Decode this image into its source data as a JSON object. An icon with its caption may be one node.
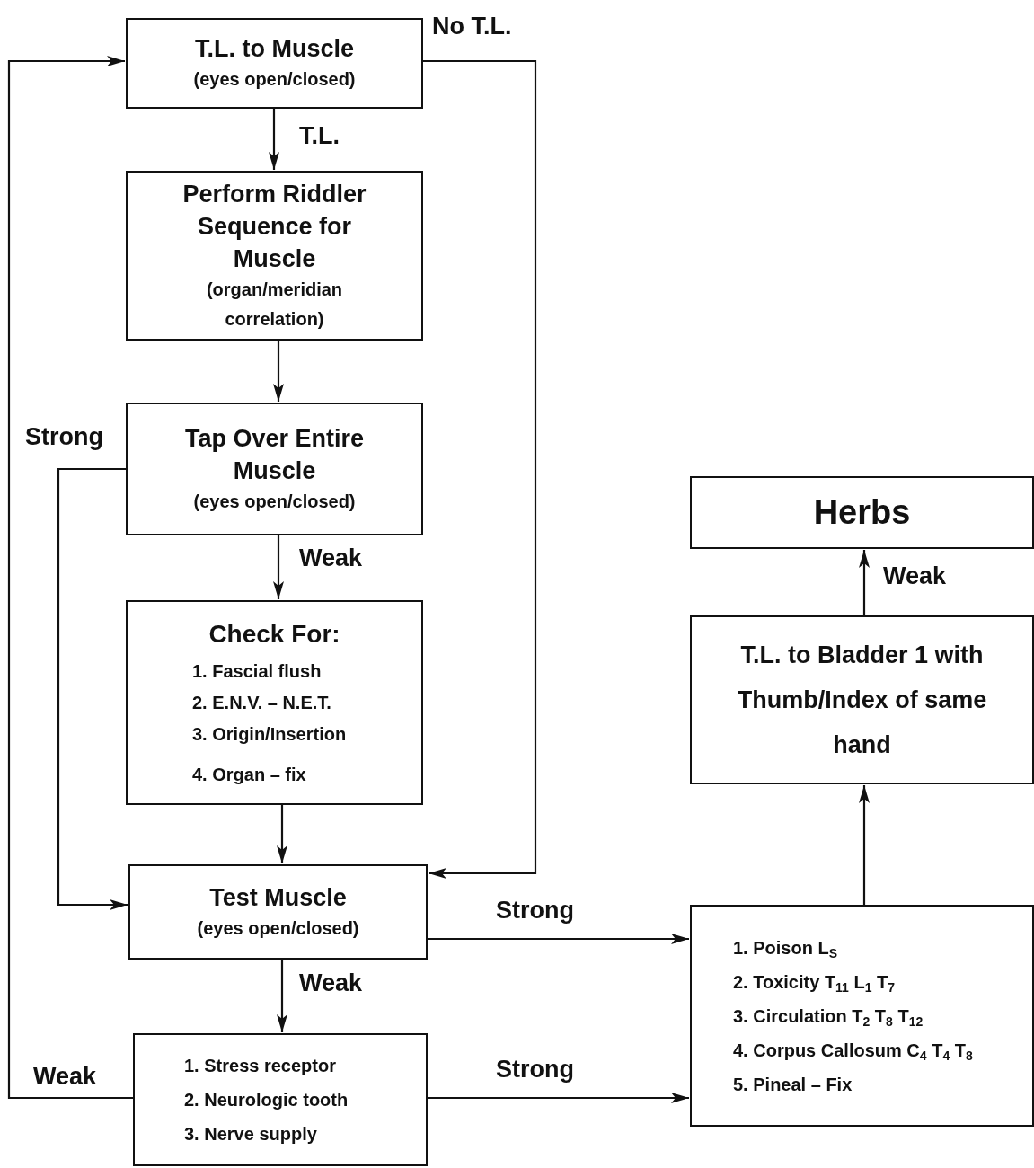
{
  "diagram": {
    "nodes": [
      {
        "text": [
          "T.L. to Muscle",
          "(eyes open/closed)"
        ]
      },
      {
        "text": [
          "Perform Riddler Sequence for Muscle",
          "(organ/meridian correlation)"
        ]
      },
      {
        "text": [
          "Tap Over Entire Muscle",
          "(eyes open/closed)"
        ]
      },
      {
        "text": [
          "Check For:",
          "1. Fascial flush",
          "2. E.N.V. – N.E.T.",
          "3. Origin/Insertion",
          "4. Organ – fix"
        ]
      },
      {
        "text": [
          "Test Muscle",
          "(eyes open/closed)"
        ]
      },
      {
        "text": [
          "1. Stress receptor",
          "2. Neurologic tooth",
          "3. Nerve supply"
        ]
      },
      {
        "text": [
          "1. Poison L$_{S}$",
          "2. Toxicity T$_{11}$ L$_{1}$ T$_{7}$",
          "3. Circulation T$_{2}$ T$_{8}$ T$_{12}$",
          "4. Corpus Callosum C$_{4}$ T$_{4}$ T$_{8}$",
          "5. Pineal – Fix"
        ]
      },
      {
        "text": [
          "T.L. to Bladder 1 with Thumb/Index of same hand"
        ]
      },
      {
        "text": [
          "Herbs"
        ]
      }
    ],
    "edges": [
      {
        "from": 0,
        "to": 1,
        "arrow": "to",
        "label": "T.L."
      },
      {
        "from": 0,
        "to": 4,
        "arrow": "to",
        "label": "No T.L."
      },
      {
        "from": 1,
        "to": 2,
        "arrow": "to"
      },
      {
        "from": 2,
        "to": 3,
        "arrow": "to",
        "label": "Weak"
      },
      {
        "from": 2,
        "to": 4,
        "arrow": "to",
        "label": "Strong"
      },
      {
        "from": 3,
        "to": 4,
        "arrow": "to"
      },
      {
        "from": 4,
        "to": 5,
        "arrow": "to",
        "label": "Weak"
      },
      {
        "from": 4,
        "to": 6,
        "arrow": "to",
        "label": "Strong"
      },
      {
        "from": 5,
        "to": 6,
        "arrow": "to",
        "label": "Strong"
      },
      {
        "from": 5,
        "to": 0,
        "arrow": "to",
        "label": "Weak"
      },
      {
        "from": 6,
        "to": 7,
        "arrow": "to"
      },
      {
        "from": 7,
        "to": 8,
        "arrow": "to",
        "label": "Weak"
      }
    ]
  }
}
